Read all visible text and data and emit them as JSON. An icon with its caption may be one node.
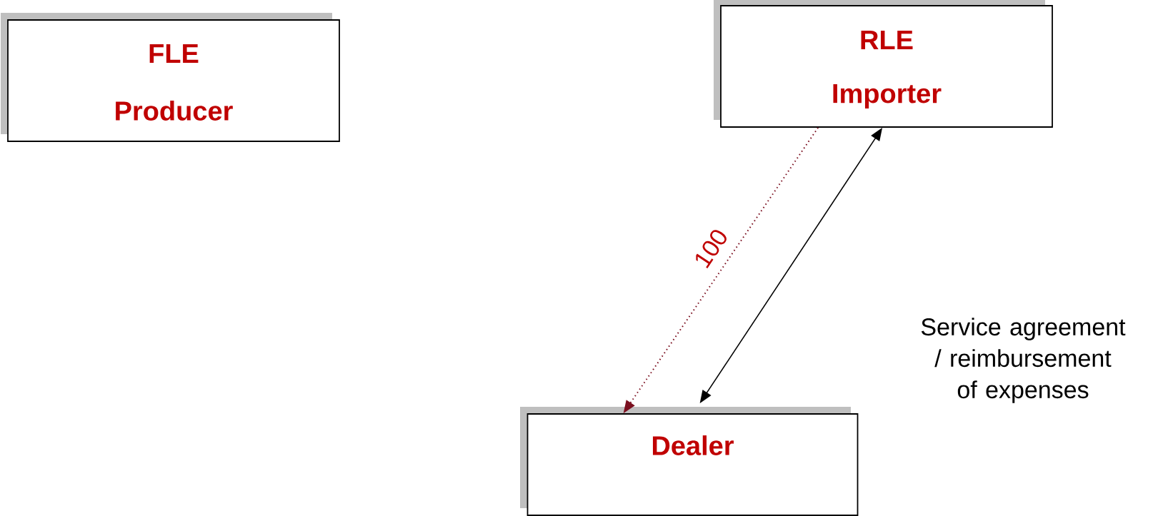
{
  "diagram": {
    "nodes": [
      {
        "text": [
          "FLE",
          "Producer"
        ]
      },
      {
        "text": [
          "RLE",
          "Importer"
        ]
      },
      {
        "text": [
          "Dealer"
        ]
      }
    ],
    "edges": [
      {
        "from": 1,
        "to": 2,
        "arrow": "to",
        "label": "100",
        "style": "dashed",
        "color": "#7b1020"
      },
      {
        "from": 1,
        "to": 2,
        "arrow": "both",
        "color": "#000000"
      }
    ],
    "labels": [
      "Service agreement / reimbursement of expenses"
    ]
  }
}
